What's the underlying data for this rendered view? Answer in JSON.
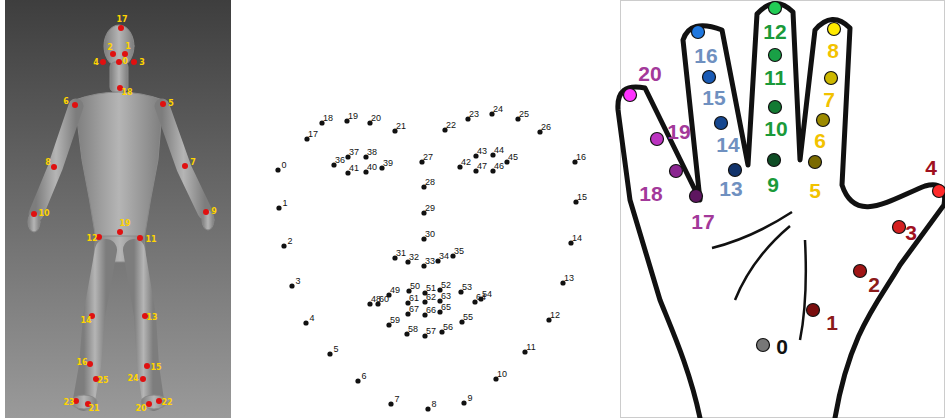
{
  "diagram": {
    "labels": [
      "0",
      "1",
      "2",
      "3",
      "4",
      "5",
      "6",
      "7",
      "8",
      "9",
      "10",
      "11",
      "12",
      "13",
      "14",
      "15",
      "16",
      "17",
      "18",
      "19",
      "20",
      "21",
      "22",
      "23",
      "24",
      "25",
      "0",
      "1",
      "2",
      "3",
      "4",
      "5",
      "6",
      "7",
      "8",
      "9",
      "10",
      "11",
      "12",
      "13",
      "14",
      "15",
      "16",
      "17",
      "18",
      "19",
      "20",
      "21",
      "22",
      "23",
      "24",
      "25",
      "26",
      "27",
      "28",
      "29",
      "30",
      "31",
      "32",
      "33",
      "34",
      "35",
      "36",
      "37",
      "38",
      "39",
      "40",
      "41",
      "42",
      "43",
      "44",
      "45",
      "46",
      "47",
      "48",
      "49",
      "50",
      "51",
      "52",
      "53",
      "54",
      "55",
      "56",
      "57",
      "58",
      "59",
      "60",
      "61",
      "62",
      "63",
      "64",
      "65",
      "66",
      "67",
      "0",
      "1",
      "2",
      "3",
      "4",
      "5",
      "6",
      "7",
      "8",
      "9",
      "10",
      "11",
      "12",
      "13",
      "14",
      "15",
      "16",
      "17",
      "18",
      "19",
      "20"
    ]
  }
}
